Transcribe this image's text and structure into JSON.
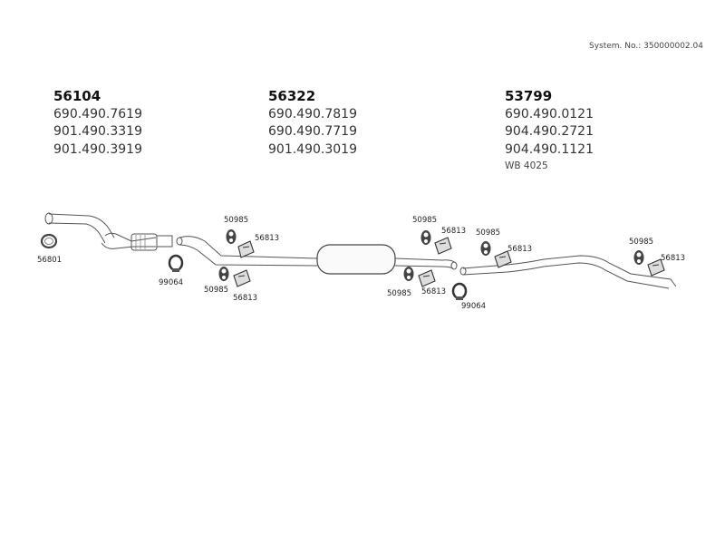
{
  "system_number": "System. No.: 350000002.04",
  "groups": [
    {
      "header": "56104",
      "parts": [
        "690.490.7619",
        "901.490.3319",
        "901.490.3919"
      ]
    },
    {
      "header": "56322",
      "parts": [
        "690.490.7819",
        "690.490.7719",
        "901.490.3019"
      ]
    },
    {
      "header": "53799",
      "parts": [
        "690.490.0121",
        "904.490.2721",
        "904.490.1121"
      ],
      "note": "WB 4025"
    }
  ],
  "labels": {
    "gasket": "56801",
    "clamp": "99064",
    "hanger_rubber": "50985",
    "bracket": "56813"
  }
}
